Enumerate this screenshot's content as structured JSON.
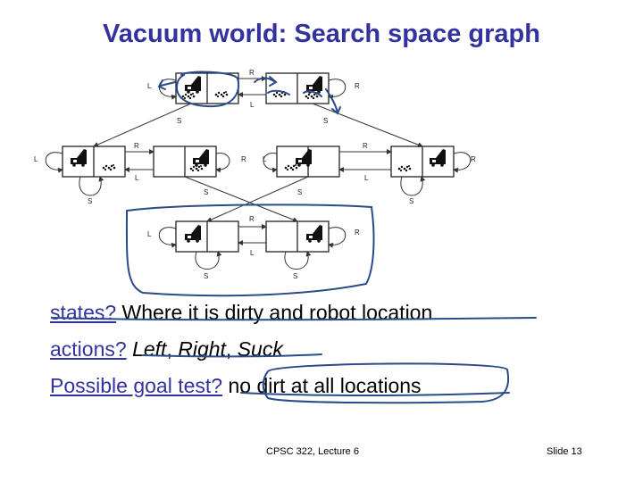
{
  "slide": {
    "title": "Vacuum world: Search space graph"
  },
  "graph": {
    "action_labels": {
      "left": "L",
      "right": "R",
      "suck": "S"
    }
  },
  "bullets": {
    "states_q": "states?",
    "states_a": "Where it is dirty and robot location",
    "actions_q": "actions?",
    "action_left": "Left",
    "action_right": "Right",
    "action_suck": "Suck",
    "goal_q": "Possible goal test?",
    "goal_a": "no dirt at all locations"
  },
  "footer": {
    "course": "CPSC 322, Lecture 6",
    "slide_number": "Slide 13"
  },
  "colors": {
    "title": "#3333a0",
    "ink": "#2a4a8a"
  }
}
